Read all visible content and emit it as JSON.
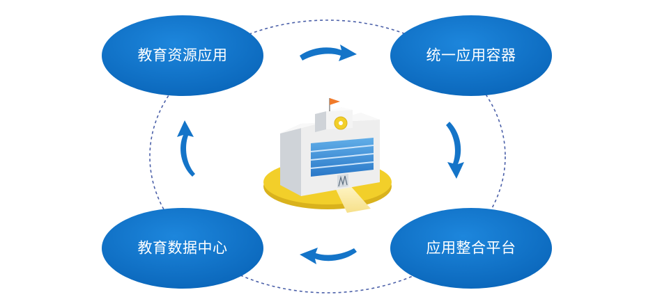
{
  "nodes": {
    "top_left": "教育资源应用",
    "top_right": "统一应用容器",
    "bottom_right": "应用整合平台",
    "bottom_left": "教育数据中心"
  },
  "colors": {
    "node_fill": "#0e72c8",
    "node_fill_light": "#2b8fe0",
    "arrow": "#1474c8",
    "ring": "#4a5fa8",
    "platform": "#f2cf2a",
    "platform_shadow": "#d9b21c",
    "building_face": "#ececec",
    "building_side": "#cfd3d8",
    "window": "#3a8ad8",
    "flag": "#f07a2a"
  }
}
